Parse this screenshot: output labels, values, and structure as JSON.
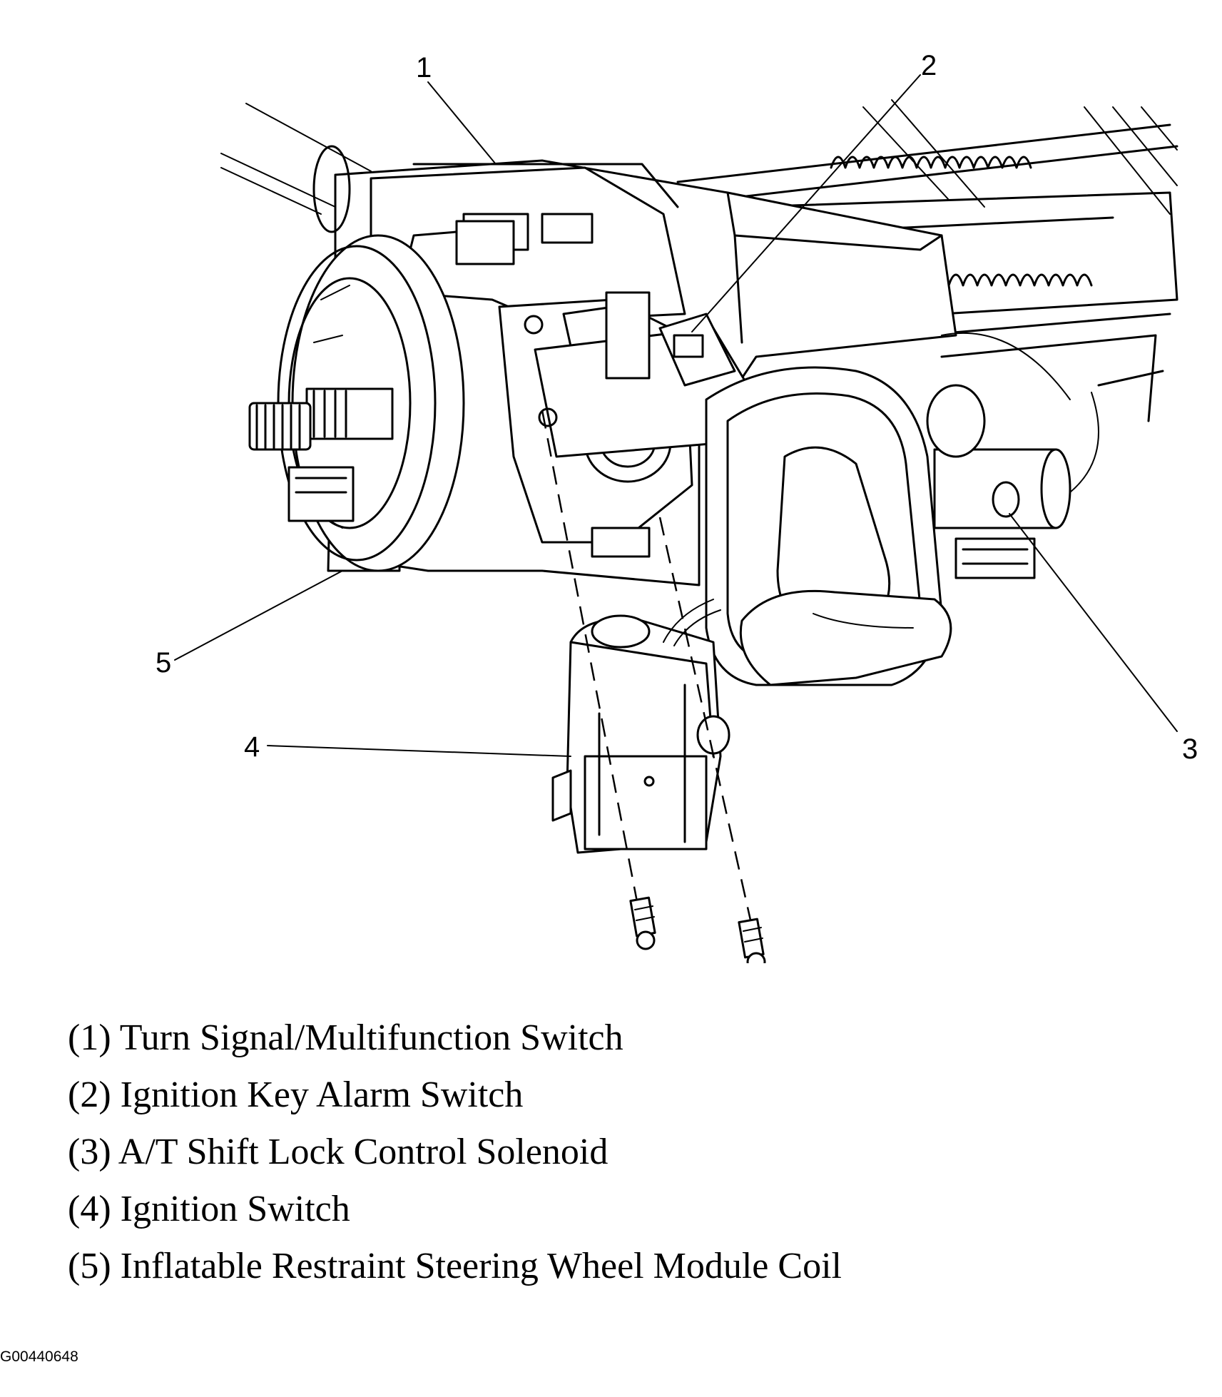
{
  "callouts": [
    "1",
    "2",
    "3",
    "4",
    "5"
  ],
  "legend": [
    "(1) Turn Signal/Multifunction Switch",
    "(2) Ignition Key Alarm Switch",
    "(3) A/T Shift Lock Control Solenoid",
    "(4) Ignition Switch",
    "(5) Inflatable Restraint Steering Wheel Module Coil"
  ],
  "figure_code": "G00440648"
}
